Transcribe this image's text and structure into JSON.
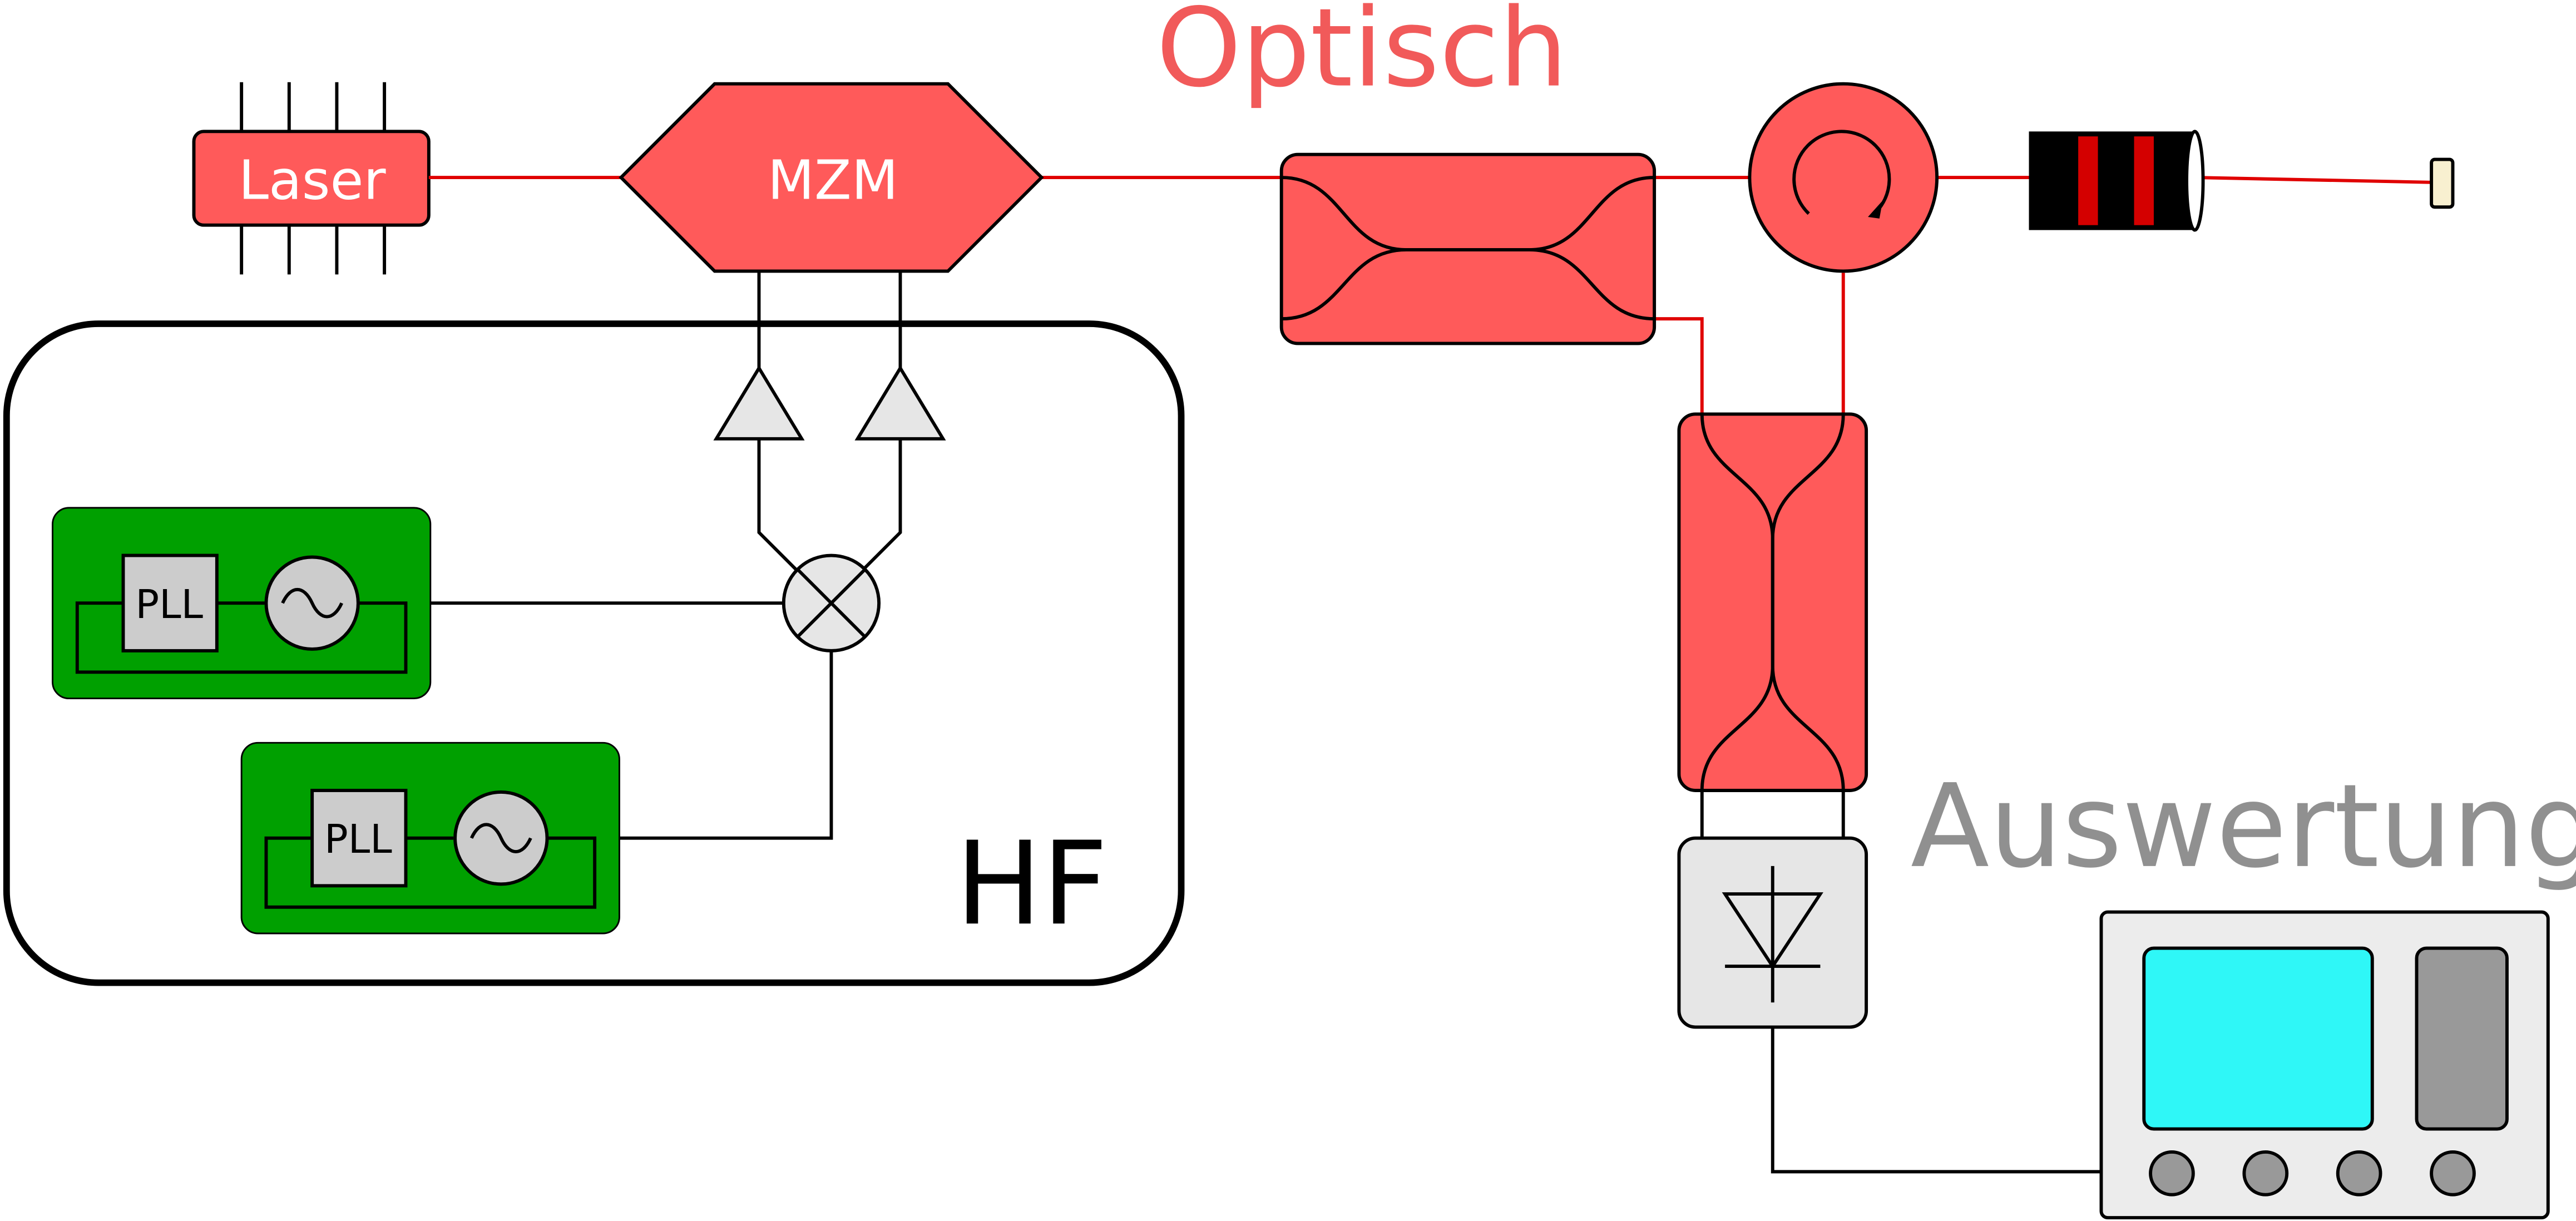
{
  "section_labels": {
    "optical": "Optisch",
    "rf": "HF",
    "evaluation": "Auswertung"
  },
  "components": {
    "laser": "Laser",
    "modulator": "MZM",
    "pll_top": "PLL",
    "pll_bottom": "PLL"
  },
  "colors": {
    "optical_fill": "#ff5a5a",
    "optical_title": "#f15a5a",
    "optical_fiber": "#e00000",
    "rf_module_fill": "#00a000",
    "component_gray": "#cccccc",
    "light_gray": "#e6e6e6",
    "evaluation_title": "#909090",
    "scope_screen": "#2ff7f7",
    "scope_panel": "#999999",
    "scope_body": "#ececec",
    "isolator_stripe": "#d40000",
    "target_fill": "#f8f0d0"
  }
}
